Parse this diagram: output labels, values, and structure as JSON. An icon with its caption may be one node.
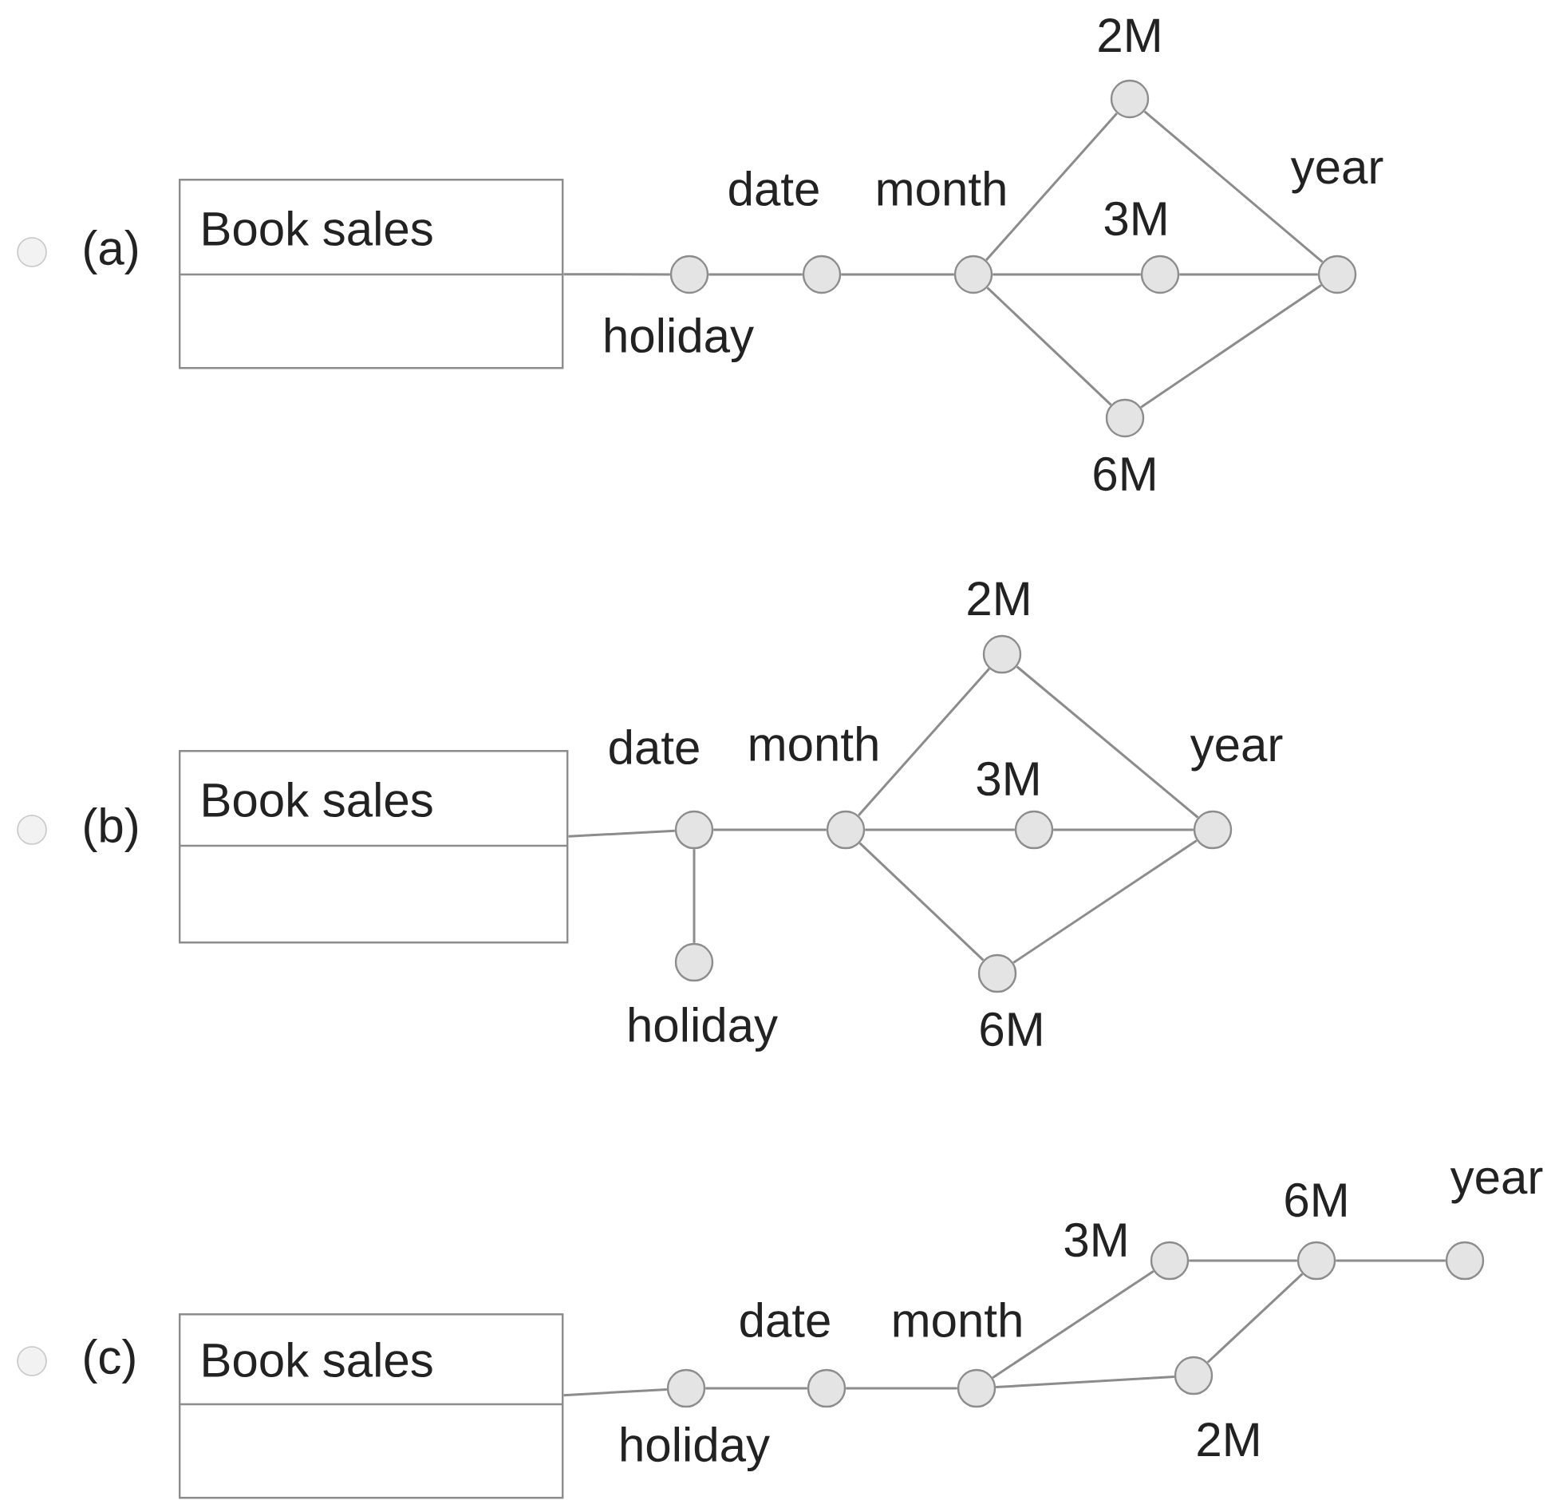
{
  "diagram": {
    "nodes": [
      {
        "text": [
          "Book sales"
        ]
      },
      {
        "text": [],
        "shape": "circle",
        "beside": [
          "holiday"
        ]
      },
      {
        "text": [],
        "shape": "circle",
        "beside": [
          "date"
        ]
      },
      {
        "text": [],
        "shape": "circle",
        "beside": [
          "month"
        ]
      },
      {
        "text": [],
        "shape": "circle",
        "beside": [
          "2M"
        ]
      },
      {
        "text": [],
        "shape": "circle",
        "beside": [
          "3M"
        ]
      },
      {
        "text": [],
        "shape": "circle",
        "beside": [
          "6M"
        ]
      },
      {
        "text": [],
        "shape": "circle",
        "beside": [
          "year"
        ]
      },
      {
        "text": [
          "Book sales"
        ]
      },
      {
        "text": [],
        "shape": "circle",
        "beside": [
          "date"
        ]
      },
      {
        "text": [],
        "shape": "circle",
        "beside": [
          "holiday"
        ]
      },
      {
        "text": [],
        "shape": "circle",
        "beside": [
          "month"
        ]
      },
      {
        "text": [],
        "shape": "circle",
        "beside": [
          "2M"
        ]
      },
      {
        "text": [],
        "shape": "circle",
        "beside": [
          "3M"
        ]
      },
      {
        "text": [],
        "shape": "circle",
        "beside": [
          "6M"
        ]
      },
      {
        "text": [],
        "shape": "circle",
        "beside": [
          "year"
        ]
      },
      {
        "text": [
          "Book sales"
        ]
      },
      {
        "text": [],
        "shape": "circle",
        "beside": [
          "holiday"
        ]
      },
      {
        "text": [],
        "shape": "circle",
        "beside": [
          "date"
        ]
      },
      {
        "text": [],
        "shape": "circle",
        "beside": [
          "month"
        ]
      },
      {
        "text": [],
        "shape": "circle",
        "beside": [
          "3M"
        ]
      },
      {
        "text": [],
        "shape": "circle",
        "beside": [
          "2M"
        ]
      },
      {
        "text": [],
        "shape": "circle",
        "beside": [
          "6M"
        ]
      },
      {
        "text": [],
        "shape": "circle",
        "beside": [
          "year"
        ]
      }
    ],
    "edges": [
      {
        "from": 0,
        "to": 1,
        "arrow": "none"
      },
      {
        "from": 1,
        "to": 2,
        "arrow": "none"
      },
      {
        "from": 2,
        "to": 3,
        "arrow": "none"
      },
      {
        "from": 3,
        "to": 4,
        "arrow": "none"
      },
      {
        "from": 3,
        "to": 5,
        "arrow": "none"
      },
      {
        "from": 3,
        "to": 6,
        "arrow": "none"
      },
      {
        "from": 4,
        "to": 7,
        "arrow": "none"
      },
      {
        "from": 5,
        "to": 7,
        "arrow": "none"
      },
      {
        "from": 6,
        "to": 7,
        "arrow": "none"
      },
      {
        "from": 8,
        "to": 9,
        "arrow": "none"
      },
      {
        "from": 9,
        "to": 10,
        "arrow": "none"
      },
      {
        "from": 9,
        "to": 11,
        "arrow": "none"
      },
      {
        "from": 11,
        "to": 12,
        "arrow": "none"
      },
      {
        "from": 11,
        "to": 13,
        "arrow": "none"
      },
      {
        "from": 11,
        "to": 14,
        "arrow": "none"
      },
      {
        "from": 12,
        "to": 15,
        "arrow": "none"
      },
      {
        "from": 13,
        "to": 15,
        "arrow": "none"
      },
      {
        "from": 14,
        "to": 15,
        "arrow": "none"
      },
      {
        "from": 16,
        "to": 17,
        "arrow": "none"
      },
      {
        "from": 17,
        "to": 18,
        "arrow": "none"
      },
      {
        "from": 18,
        "to": 19,
        "arrow": "none"
      },
      {
        "from": 19,
        "to": 20,
        "arrow": "none"
      },
      {
        "from": 19,
        "to": 21,
        "arrow": "none"
      },
      {
        "from": 20,
        "to": 22,
        "arrow": "none"
      },
      {
        "from": 21,
        "to": 22,
        "arrow": "none"
      },
      {
        "from": 22,
        "to": 23,
        "arrow": "none"
      }
    ],
    "labels": [
      "(a)",
      "(b)",
      "(c)"
    ]
  }
}
